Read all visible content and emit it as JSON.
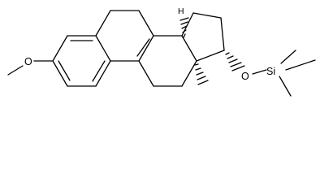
{
  "molecule": {
    "label_H": "H",
    "label_O_methoxy": "O",
    "label_O_silyl": "O",
    "label_Si": "Si",
    "colors": {
      "bond": "#000000",
      "background": "#ffffff"
    }
  }
}
